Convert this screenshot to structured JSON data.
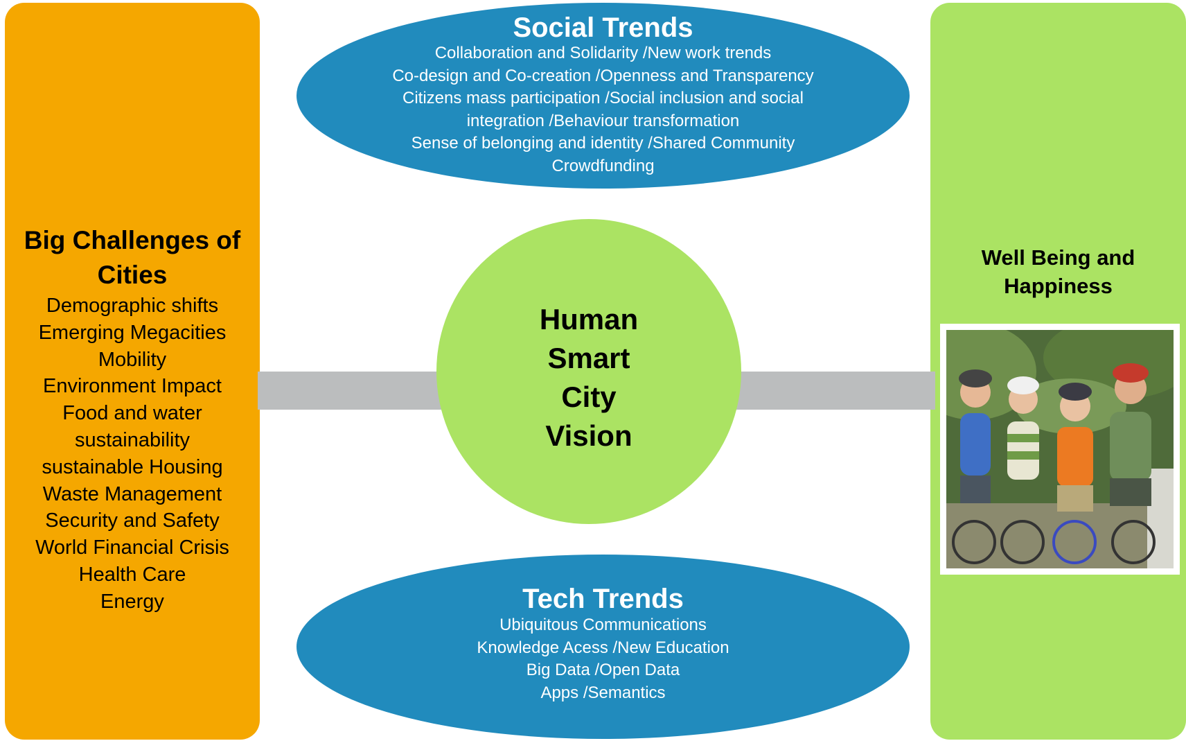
{
  "left_panel": {
    "title": "Big Challenges of Cities",
    "items": [
      "Demographic shifts",
      "Emerging Megacities",
      "Mobility",
      "Environment Impact",
      "Food and water",
      "sustainability",
      "sustainable Housing",
      "Waste Management",
      "Security and Safety",
      "World Financial Crisis",
      "Health Care",
      "Energy"
    ]
  },
  "social_trends": {
    "title": "Social Trends",
    "lines": [
      "Collaboration and Solidarity /New work trends",
      "Co-design and Co-creation /Openness and Transparency",
      "Citizens mass participation /Social inclusion and social",
      "integration /Behaviour transformation",
      "Sense of belonging and identity /Shared Community",
      "Crowdfunding"
    ]
  },
  "center": {
    "label": "Human Smart City Vision",
    "lines": [
      "Human",
      "Smart",
      "City",
      "Vision"
    ]
  },
  "tech_trends": {
    "title": "Tech Trends",
    "lines": [
      "Ubiquitous Communications",
      "Knowledge Acess /New Education",
      "Big Data /Open Data",
      "Apps /Semantics"
    ]
  },
  "right_panel": {
    "title": "Well Being and Happiness",
    "image": "family-cycling-photo"
  },
  "colors": {
    "left_panel": "#f5a700",
    "right_panel": "#abe363",
    "center_circle": "#abe363",
    "ellipses": "#218bbd",
    "connector": "#bbbdbe"
  }
}
